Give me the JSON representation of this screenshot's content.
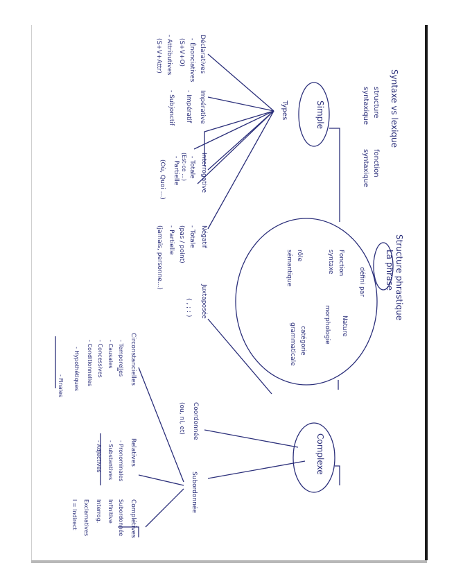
{
  "title": {
    "line1": "Syntaxe vs lexique",
    "struct": "structure",
    "synt": "syntaxique",
    "fonc": "fonction",
    "synt2": "syntaxique"
  },
  "phrastique": "Structure phrastique",
  "nodes": {
    "simple": "Simple",
    "phrase": "La phrase",
    "complexe": "Complexe"
  },
  "types": "Types",
  "phrase_def": [
    "défini par",
    "Fonction",
    "syntaxe",
    "rôle",
    "sémantique",
    "Nature",
    "morphologie",
    "catégorie",
    "grammaticale"
  ],
  "declaratives": [
    "Déclaratives",
    "- Énonciatives",
    "(S+V+O)",
    "- Attributives",
    "(S+V+Attr)"
  ],
  "imperative": [
    "Impérative",
    "- Impératif",
    "- Subjonctif"
  ],
  "interrogative": [
    "Interrogative",
    "- Totale",
    "(Est-ce ...)",
    "- Partielle",
    "(Où, Quoi ...)"
  ],
  "negatif": [
    "Négatif",
    "- Totale",
    "(pas / point)",
    "- Partielle",
    "(jamais, personne...)"
  ],
  "juxtaposee": [
    "Juxtaposée",
    "( , ; : )"
  ],
  "coordonnee": [
    "Coordonnée",
    "(ou, ni, et)"
  ],
  "subordonnee": "Subordonnée",
  "circonstancielles": [
    "Circonstancielles",
    "- Temporelles",
    "- Causales",
    "- Concessives",
    "- Conditionnelles",
    "- Hypothétiques",
    "- Finales"
  ],
  "relatives": [
    "Relatives",
    "- Pronominales",
    "- Substantives",
    "- Adjectives"
  ],
  "completives": [
    "Complétives",
    "Subordonnée",
    "Infinitive",
    "Interrog.",
    "Exclamatives",
    "I = Indirect"
  ]
}
